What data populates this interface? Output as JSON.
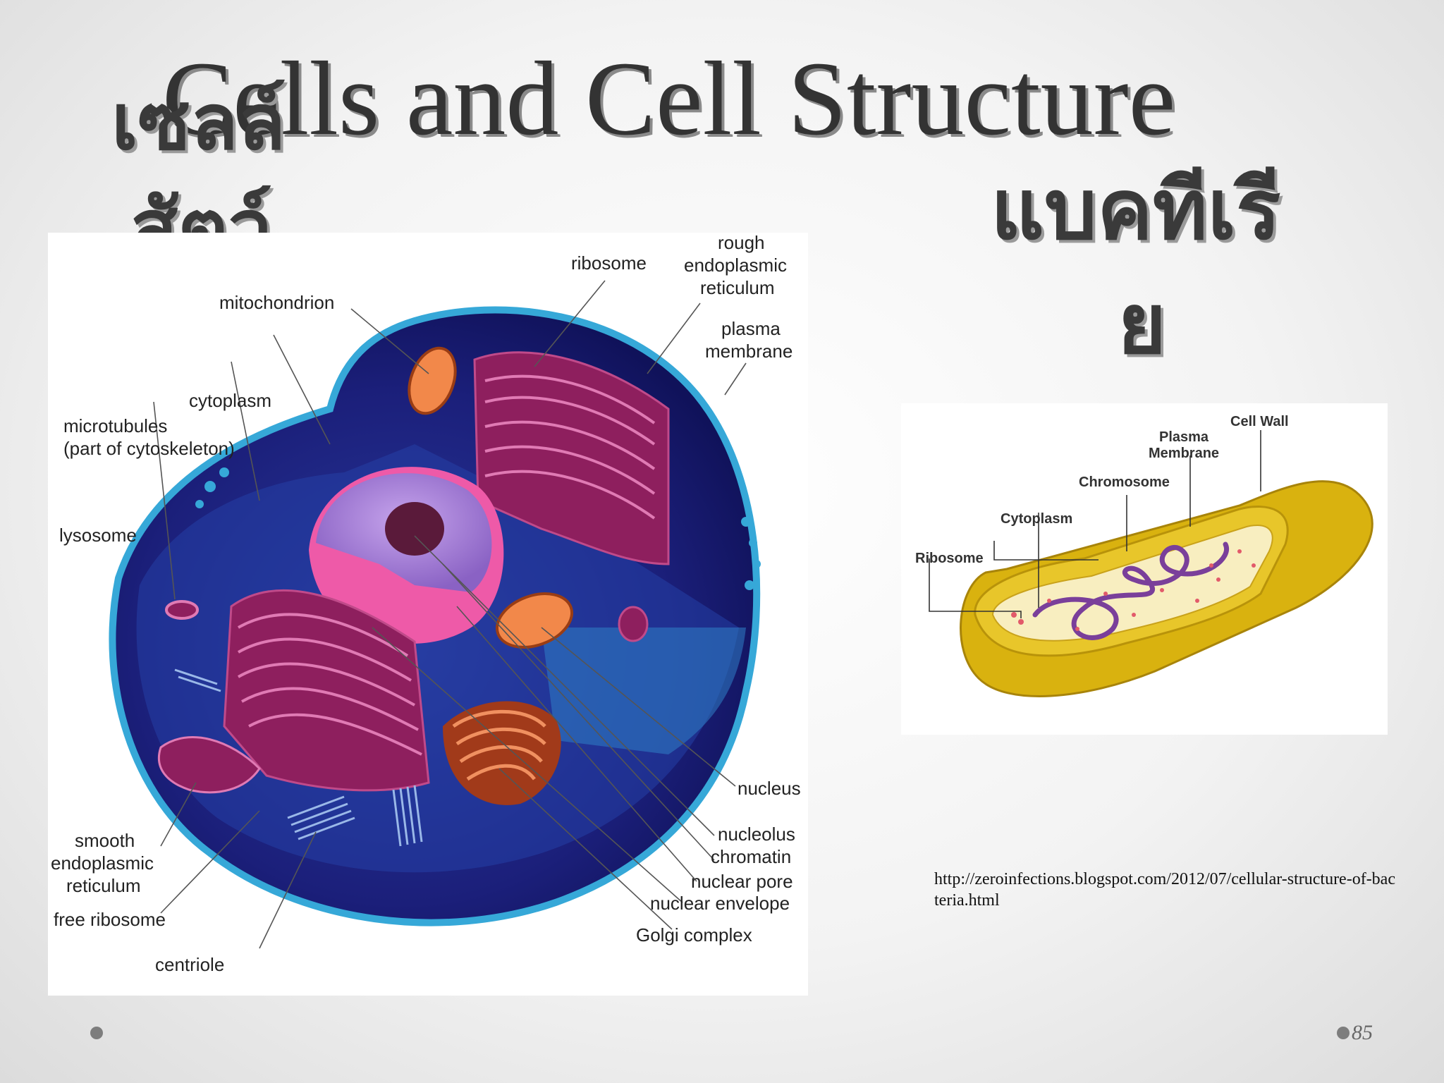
{
  "slide": {
    "title": "Cells and Cell Structure",
    "overlay_left_line1": "เซลล์",
    "overlay_left_line2": "สัตว์",
    "overlay_right_line1": "แบคทีเรี",
    "overlay_right_line2": "ย",
    "source_url": "http://zeroinfections.blogspot.com/2012/07/cellular-structure-of-bacteria.html",
    "page_number": "85"
  },
  "animal_cell": {
    "labels": {
      "ribosome": "ribosome",
      "rough_er_1": "rough",
      "rough_er_2": "endoplasmic",
      "rough_er_3": "reticulum",
      "mitochondrion": "mitochondrion",
      "plasma_membrane_1": "plasma",
      "plasma_membrane_2": "membrane",
      "cytoplasm": "cytoplasm",
      "microtubules_1": "microtubules",
      "microtubules_2": "(part of cytoskeleton)",
      "lysosome": "lysosome",
      "nucleus": "nucleus",
      "nucleolus": "nucleolus",
      "chromatin": "chromatin",
      "nuclear_pore": "nuclear pore",
      "nuclear_envelope": "nuclear envelope",
      "golgi_complex": "Golgi complex",
      "smooth_er_1": "smooth",
      "smooth_er_2": "endoplasmic",
      "smooth_er_3": "reticulum",
      "free_ribosome": "free ribosome",
      "centriole": "centriole"
    }
  },
  "bacterial_cell": {
    "labels": {
      "cell_wall": "Cell Wall",
      "plasma_membrane_1": "Plasma",
      "plasma_membrane_2": "Membrane",
      "chromosome": "Chromosome",
      "cytoplasm": "Cytoplasm",
      "ribosome": "Ribosome"
    }
  },
  "colors": {
    "cell_body": "#1b1f7a",
    "cell_membrane": "#36a8d8",
    "organelle_magenta": "#8e1f5e",
    "nucleus_lavender": "#a57ed6",
    "mitochondria_orange": "#f2884a",
    "bacteria_wall": "#d9b20f",
    "bacteria_cytoplasm": "#f8eec0",
    "chromosome": "#7a3f9a"
  }
}
